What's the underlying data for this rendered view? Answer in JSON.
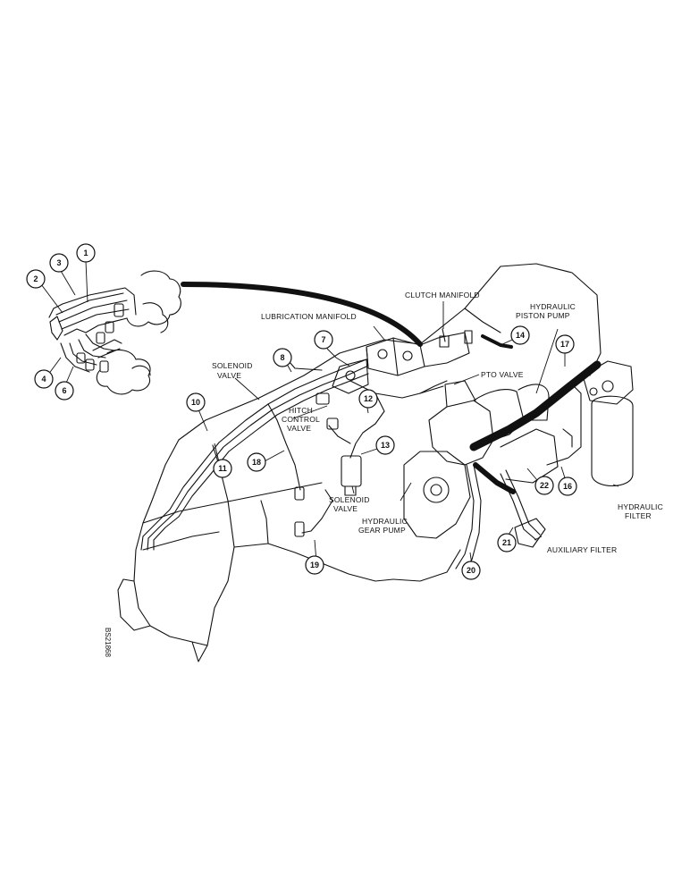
{
  "figure_code": "BS21868",
  "labels": {
    "clutch_manifold": "CLUTCH MANIFOLD",
    "lubrication_manifold": "LUBRICATION MANIFOLD",
    "hydraulic_piston_pump_1": "HYDRAULIC",
    "hydraulic_piston_pump_2": "PISTON PUMP",
    "solenoid_valve_top_1": "SOLENOID",
    "solenoid_valve_top_2": "VALVE",
    "hitch_control_valve_1": "HITCH",
    "hitch_control_valve_2": "CONTROL",
    "hitch_control_valve_3": "VALVE",
    "pto_valve": "PTO VALVE",
    "solenoid_valve_bottom_1": "SOLENOID",
    "solenoid_valve_bottom_2": "VALVE",
    "hydraulic_gear_pump_1": "HYDRAULIC",
    "hydraulic_gear_pump_2": "GEAR PUMP",
    "hydraulic_filter_1": "HYDRAULIC",
    "hydraulic_filter_2": "FILTER",
    "auxiliary_filter": "AUXILIARY FILTER"
  },
  "callouts": {
    "c1": "1",
    "c2": "2",
    "c3": "3",
    "c4": "4",
    "c6": "6",
    "c7": "7",
    "c8": "8",
    "c10": "10",
    "c11": "11",
    "c12": "12",
    "c13": "13",
    "c14": "14",
    "c16": "16",
    "c17": "17",
    "c18": "18",
    "c19": "19",
    "c20": "20",
    "c21": "21",
    "c22": "22"
  }
}
